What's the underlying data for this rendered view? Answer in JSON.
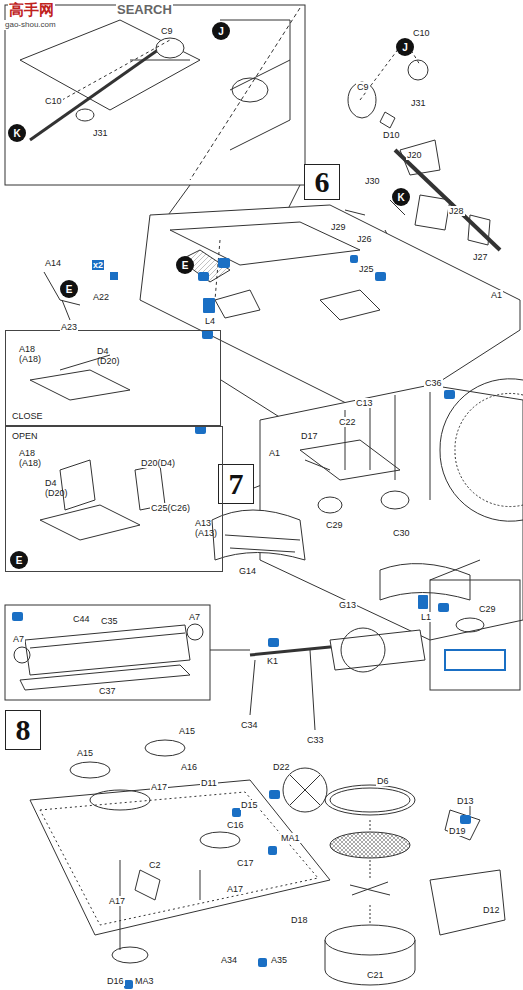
{
  "diagram": {
    "nodes": [
      {
        "text": [
          "6"
        ]
      },
      {
        "text": [
          "7"
        ]
      },
      {
        "text": [
          "8"
        ]
      },
      {
        "text": [
          "J"
        ]
      },
      {
        "text": [
          "K"
        ]
      },
      {
        "text": [
          "J"
        ]
      },
      {
        "text": [
          "K"
        ]
      },
      {
        "text": [
          "E"
        ]
      },
      {
        "text": [
          "E"
        ]
      },
      {
        "text": [
          "CLOSE"
        ]
      },
      {
        "text": [
          "OPEN"
        ]
      },
      {
        "text": [
          "E"
        ],
        "in": 10
      }
    ],
    "labels": [
      "高手网",
      "SEARCH",
      "gao-shou.com",
      "C9",
      "C10",
      "J31",
      "A14",
      "x2",
      "A22",
      "A23",
      "L4",
      "A1",
      "C9",
      "C10",
      "D10",
      "J31",
      "J20",
      "J30",
      "J28",
      "J29",
      "J26",
      "J27",
      "J25",
      "A18 (A18)",
      "D4 (D20)",
      "A18 (A18)",
      "D4 (D20)",
      "D20(D4)",
      "C25(C26)",
      "A13 (A13)",
      "C36",
      "C13",
      "C22",
      "D17",
      "A1",
      "C29",
      "C30",
      "G14",
      "G13",
      "L1",
      "C29",
      "A7",
      "C44",
      "C35",
      "A7",
      "C37",
      "K1",
      "C34",
      "C33",
      "A15",
      "A15",
      "A16",
      "D11",
      "D15",
      "A17",
      "C16",
      "C2",
      "C17",
      "A17",
      "A17",
      "D16",
      "MA3",
      "A34",
      "A35",
      "D22",
      "D6",
      "D13",
      "D19",
      "MA1",
      "D18",
      "D12",
      "C21"
    ]
  }
}
